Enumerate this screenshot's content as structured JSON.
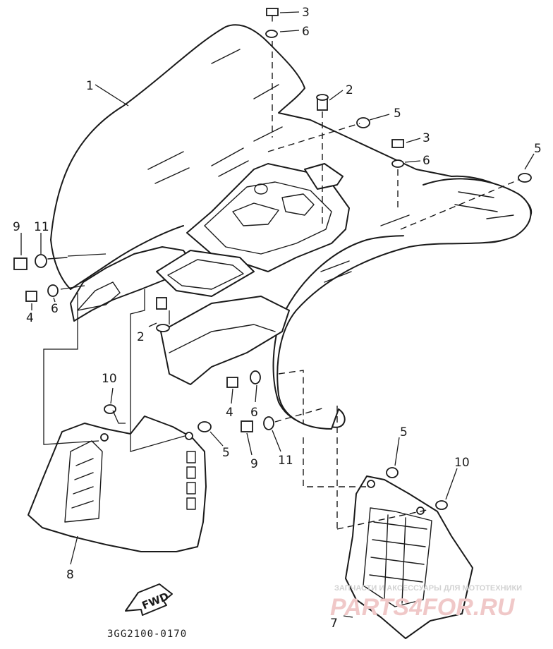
{
  "diagram": {
    "part_code": "3GG2100-0170",
    "direction_label": "FWD",
    "callouts": [
      {
        "id": "c1",
        "label": "1"
      },
      {
        "id": "c2a",
        "label": "2"
      },
      {
        "id": "c2b",
        "label": "2"
      },
      {
        "id": "c3a",
        "label": "3"
      },
      {
        "id": "c3b",
        "label": "3"
      },
      {
        "id": "c4a",
        "label": "4"
      },
      {
        "id": "c4b",
        "label": "4"
      },
      {
        "id": "c5a",
        "label": "5"
      },
      {
        "id": "c5b",
        "label": "5"
      },
      {
        "id": "c5c",
        "label": "5"
      },
      {
        "id": "c5d",
        "label": "5"
      },
      {
        "id": "c6a",
        "label": "6"
      },
      {
        "id": "c6b",
        "label": "6"
      },
      {
        "id": "c6c",
        "label": "6"
      },
      {
        "id": "c6d",
        "label": "6"
      },
      {
        "id": "c7",
        "label": "7"
      },
      {
        "id": "c8",
        "label": "8"
      },
      {
        "id": "c9a",
        "label": "9"
      },
      {
        "id": "c9b",
        "label": "9"
      },
      {
        "id": "c10a",
        "label": "10"
      },
      {
        "id": "c10b",
        "label": "10"
      },
      {
        "id": "c11a",
        "label": "11"
      },
      {
        "id": "c11b",
        "label": "11"
      }
    ]
  },
  "watermark": {
    "caption": "ЗАПЧАСТИ И АКСЕССУАРЫ ДЛЯ МОТОТЕХНИКИ",
    "brand": "PARTS4FOR.RU"
  }
}
